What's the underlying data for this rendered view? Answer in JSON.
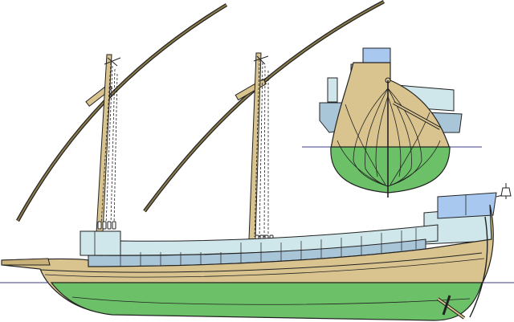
{
  "colors": {
    "background": "#ffffff",
    "hull_wood": "#d9c48f",
    "hull_wood_dark": "#c9b27a",
    "underwater_green": "#6cc068",
    "upper_panel_blue": "#a9c6d9",
    "upper_panel_light": "#cfe6ea",
    "cabin_blue": "#a8c8f0",
    "waterline": "#5a5aa0",
    "outline": "#222222",
    "spar": "#8a7a4a"
  },
  "drawings": [
    {
      "name": "side-elevation",
      "masts": 2,
      "lateen_yards": 2
    },
    {
      "name": "stern-section-view",
      "frames_shown": true
    }
  ],
  "icons": [
    "stern-lantern-icon",
    "rudder-tiller-icon"
  ]
}
